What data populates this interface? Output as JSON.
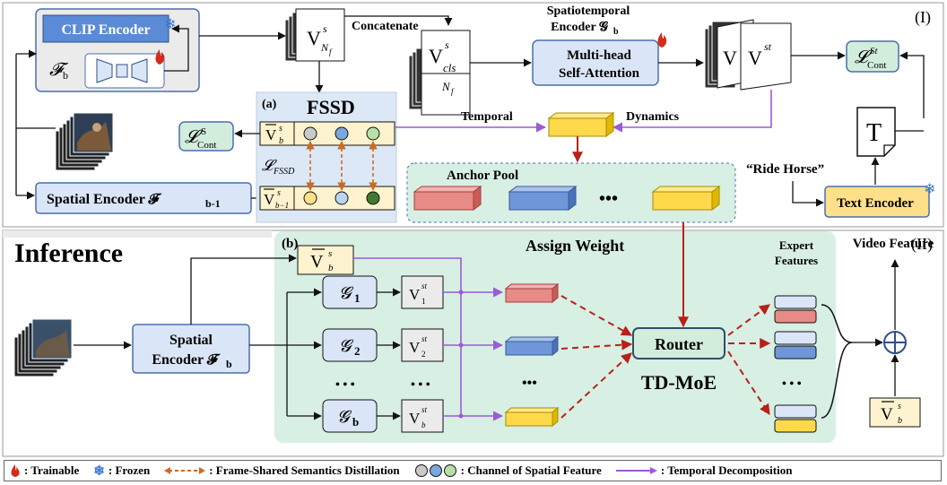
{
  "stage1": {
    "tag": "(I)",
    "clip_encoder": "CLIP Encoder",
    "fb_label": "𝓕",
    "fb_sub": "b",
    "concat": "Concatenate",
    "v_nf_main": "V",
    "v_nf_sup": "s",
    "v_nf_sub": "N",
    "v_nf_subsub": "f",
    "v_cls_main": "V",
    "v_cls_sup": "s",
    "v_cls_sub": "cls",
    "v_cls_nf": "N",
    "v_cls_nf_sub": "f",
    "st_encoder_title": "Spatiotemporal",
    "st_encoder_title2": "Encoder 𝓖",
    "st_encoder_sub": "b",
    "mhsa_line1": "Multi-head",
    "mhsa_line2": "Self-Attention",
    "vst_left": "V",
    "vst_main": "V",
    "vst_sup": "st",
    "loss_st_main": "𝓛",
    "loss_st_sup": "St",
    "loss_st_sub": "Cont",
    "fssd_tag": "(a)",
    "fssd_title": "FSSD",
    "vb_main": "V",
    "vb_sup": "s",
    "vb_sub": "b",
    "vb1_main": "V",
    "vb1_sup": "s",
    "vb1_sub": "b−1",
    "loss_fssd": "𝓛",
    "loss_fssd_sub": "FSSD",
    "loss_s_main": "𝓛",
    "loss_s_sup": "S",
    "loss_s_sub": "Cont",
    "temporal": "Temporal",
    "dynamics": "Dynamics",
    "anchor_pool": "Anchor Pool",
    "ellipsis": "•••",
    "spatial_encoder": "Spatial Encoder 𝓕",
    "spatial_encoder_sub": "b-1",
    "text_query": "“Ride Horse”",
    "text_encoder": "Text Encoder",
    "text_doc": "T"
  },
  "stage2": {
    "tag": "(II)",
    "inference": "Inference",
    "b_tag": "(b)",
    "assign_weight": "Assign Weight",
    "spatial_line1": "Spatial",
    "spatial_line2": "Encoder 𝓕",
    "spatial_sub": "b",
    "vb_main": "V",
    "vb_sup": "s",
    "vb_sub": "b",
    "g1": "𝓖",
    "g1_sub": "1",
    "g2": "𝓖",
    "g2_sub": "2",
    "gb": "𝓖",
    "gb_sub": "b",
    "v1_main": "V",
    "v1_sup": "st",
    "v1_sub": "1",
    "v2_main": "V",
    "v2_sup": "st",
    "v2_sub": "2",
    "vbst_main": "V",
    "vbst_sup": "st",
    "vbst_sub": "b",
    "dots": "• • •",
    "router": "Router",
    "tdmoe": "TD-MoE",
    "expert_line1": "Expert",
    "expert_line2": "Features",
    "video_feature": "Video Feature",
    "out_main": "V",
    "out_sup": "s",
    "out_sub": "b"
  },
  "legend": {
    "trainable": ": Trainable",
    "frozen": ": Frozen",
    "fssd": ": Frame-Shared Semantics Distillation",
    "channel": ": Channel of Spatial Feature",
    "temporal": ": Temporal Decomposition"
  },
  "colors": {
    "blue_box": "#dae6f7",
    "blue_border": "#4a6fae",
    "clip_fill": "#5b8bd6",
    "green_panel": "#d8efe4",
    "cube_red": "#e88a85",
    "cube_blue": "#6f96d8",
    "cube_yellow": "#ffd94a",
    "router_fill": "#d3eddc",
    "purple": "#9b5ad6",
    "orange": "#cf6a1f",
    "dark_red": "#b8201a",
    "fssd_panel": "#dce8f6",
    "panel_gray": "#ebebeb"
  }
}
